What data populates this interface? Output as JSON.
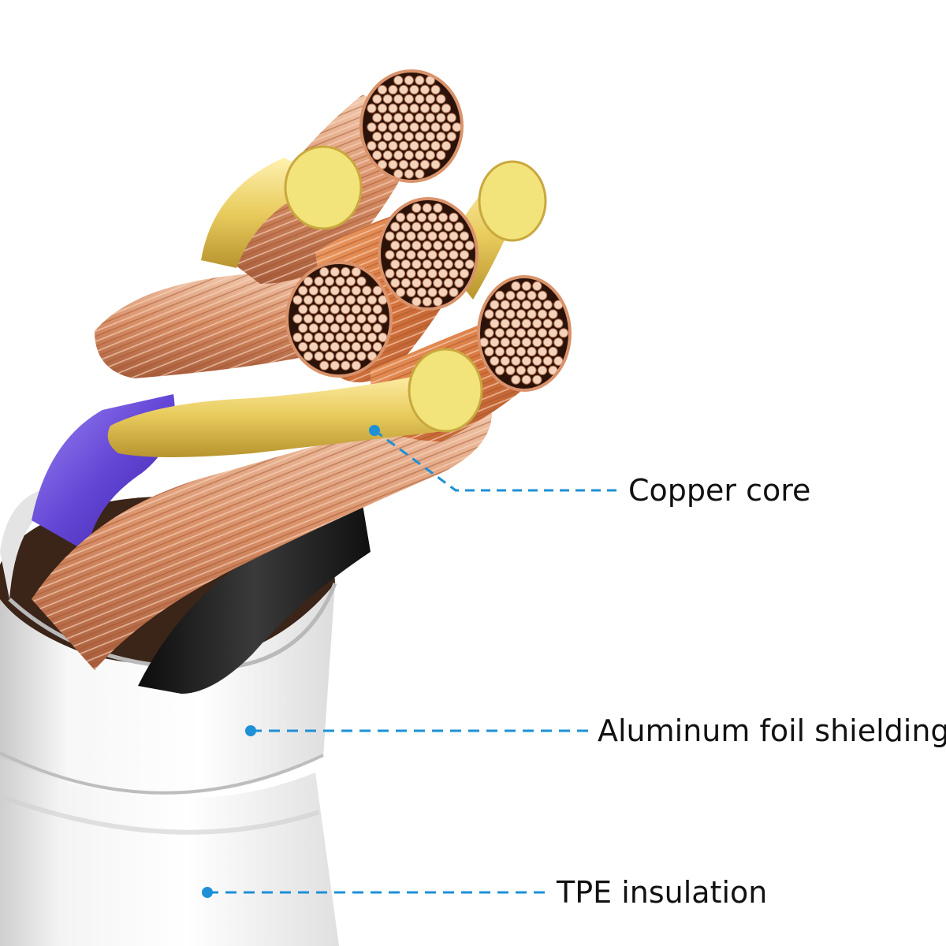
{
  "callouts": {
    "copper_core": "Copper core",
    "aluminum_foil": "Aluminum foil shielding",
    "tpe_insulation": "TPE insulation"
  },
  "colors": {
    "background": "#ffffff",
    "callout_line": "#1e90d6",
    "label_text": "#111111",
    "copper": "#d9926a",
    "copper_light": "#f0c2a4",
    "copper_dark": "#a65a36",
    "gold_wire": "#e9cf63",
    "gold_cap": "#f2e37a",
    "purple_wire": "#6a4ad8",
    "black_wire": "#1c1c1c",
    "foil": "#f3f3f3",
    "foil_shadow": "#d6d6d6",
    "jacket": "#ececec"
  },
  "icons": {
    "callout_dot": "dot-icon"
  }
}
